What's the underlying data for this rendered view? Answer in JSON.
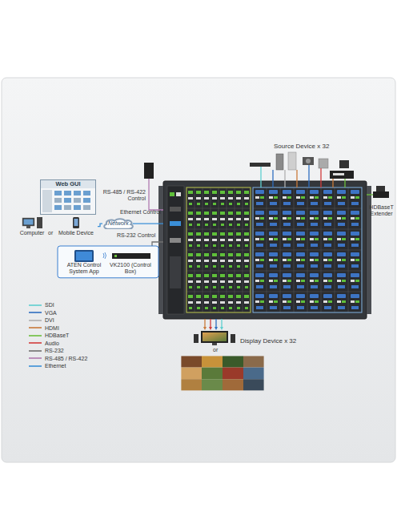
{
  "diagram": {
    "nodes": [
      {
        "text": [
          "Web GUI"
        ]
      },
      {
        "text": [
          "Network"
        ]
      },
      {
        "text": [
          "Computer"
        ]
      },
      {
        "text": [
          "Mobile Device"
        ]
      },
      {
        "text": [
          "ATEN Control System App"
        ]
      },
      {
        "text": [
          "VK2100 (Control Box)"
        ]
      },
      {
        "text": [
          "HDBaseT Extender"
        ]
      }
    ],
    "edges": [
      {
        "from": 3,
        "to": 1,
        "arrow": "none"
      }
    ],
    "labels": [
      "Source Device x 32",
      "RS-485 / RS-422 Control",
      "Ethernet Control",
      "or",
      "RS-232 Control",
      "Display Device x 32",
      "or"
    ],
    "legend": [
      {
        "text": "SDI",
        "color": "#5ecfcf"
      },
      {
        "text": "VGA",
        "color": "#2f6fc0"
      },
      {
        "text": "DVI",
        "color": "#b0b0b0"
      },
      {
        "text": "HDMI",
        "color": "#c97a3a"
      },
      {
        "text": "HDBaseT",
        "color": "#6cbf3c"
      },
      {
        "text": "Audio",
        "color": "#d23c3c"
      },
      {
        "text": "RS-232",
        "color": "#707070"
      },
      {
        "text": "RS-485 / RS-422",
        "color": "#b07ab0"
      },
      {
        "text": "Ethernet",
        "color": "#3a8fd8"
      }
    ]
  }
}
